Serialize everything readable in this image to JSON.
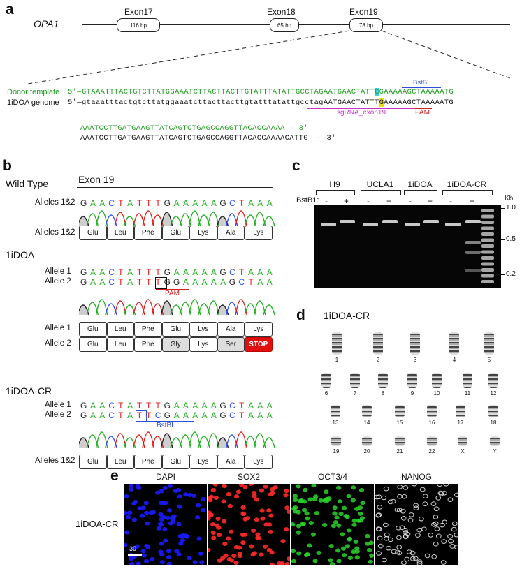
{
  "panel_a": {
    "label": "a",
    "gene": "OPA1",
    "exons": [
      {
        "name": "Exon17",
        "size": "116 bp"
      },
      {
        "name": "Exon18",
        "size": "65 bp"
      },
      {
        "name": "Exon19",
        "size": "78 bp"
      }
    ],
    "donor_label": "Donor template",
    "genome_label": "1iDOA genome",
    "donor_prefix": "5'—",
    "genome_prefix": "5'—",
    "donor_seq_1": "GTAAATTTACTGTCTTATGGAAATCTTACTTACTTGTATTTATATTGCCTAGAATGAACTATT",
    "donor_seq_hl": "C",
    "donor_seq_2": "GAAAAAGCTAAAAATG",
    "genome_seq_1": "gtaaatttactgtcttatggaaatcttacttacttgtatttat",
    "genome_seq_2": "attgcctag",
    "genome_seq_3": "AATGAACTATTT",
    "genome_seq_hl": "G",
    "genome_seq_4": "AAAAAGCTAAAAATG",
    "donor_seq_line2": "AAATCCTTGATGAAGTTATCAGTCTGAGCCAGGTTACACCAAAA",
    "donor_suffix": "— 3'",
    "genome_seq_line2": "AAATCCTTGATGAAGTTATCAGTCTGAGCCAGGTTACACCAAAACATTG",
    "genome_suffix": "— 3'",
    "bstbi_label": "BstBI",
    "sgrna_label": "sgRNA_exon19",
    "pam_label": "PAM"
  },
  "panel_b": {
    "label": "b",
    "wt_title": "Wild Type",
    "exon_title": "Exon 19",
    "wt_allele_label": "Alleles 1&2",
    "wt_seq": [
      "G",
      "A",
      "A",
      "C",
      "T",
      "A",
      "T",
      "T",
      "T",
      "G",
      "A",
      "A",
      "A",
      "A",
      "A",
      "G",
      "C",
      "T",
      "A",
      "A",
      "A"
    ],
    "wt_aa_label": "Alleles 1&2",
    "wt_aa": [
      "Glu",
      "Leu",
      "Phe",
      "Glu",
      "Lys",
      "Ala",
      "Lys"
    ],
    "idoa_title": "1iDOA",
    "idoa_allele1_label": "Allele 1",
    "idoa_allele2_label": "Allele 2",
    "idoa_seq1": [
      "G",
      "A",
      "A",
      "C",
      "T",
      "A",
      "T",
      "T",
      "T",
      "G",
      "A",
      "A",
      "A",
      "A",
      "A",
      "G",
      "C",
      "T",
      "A",
      "A",
      "A"
    ],
    "idoa_seq2": [
      "G",
      "A",
      "A",
      "C",
      "T",
      "A",
      "T",
      "T",
      "T",
      "G",
      "G",
      "A",
      "A",
      "A",
      "A",
      "A",
      "G",
      "C",
      "T",
      "A",
      "A"
    ],
    "idoa_pam": "PAM",
    "idoa_aa1_label": "Allele 1",
    "idoa_aa2_label": "Allele 2",
    "idoa_aa1": [
      "Glu",
      "Leu",
      "Phe",
      "Glu",
      "Lys",
      "Ala",
      "Lys"
    ],
    "idoa_aa2": [
      "Glu",
      "Leu",
      "Phe",
      "Gly",
      "Lys",
      "Ser",
      "STOP"
    ],
    "cr_title": "1iDOA-CR",
    "cr_allele1_label": "Allele 1",
    "cr_allele2_label": "Allele 2",
    "cr_seq1": [
      "G",
      "A",
      "A",
      "C",
      "T",
      "A",
      "T",
      "T",
      "T",
      "G",
      "A",
      "A",
      "A",
      "A",
      "A",
      "G",
      "C",
      "T",
      "A",
      "A",
      "A"
    ],
    "cr_seq2": [
      "G",
      "A",
      "A",
      "C",
      "T",
      "A",
      "T",
      "T",
      "C",
      "G",
      "A",
      "A",
      "A",
      "A",
      "A",
      "G",
      "C",
      "T",
      "A",
      "A",
      "A"
    ],
    "cr_bstbi": "BstBI",
    "cr_aa_label": "Alleles 1&2",
    "cr_aa": [
      "Glu",
      "Leu",
      "Phe",
      "Glu",
      "Lys",
      "Ala",
      "Lys"
    ]
  },
  "panel_c": {
    "label": "c",
    "groups": [
      "H9",
      "UCLA1",
      "1iDOA",
      "1iDOA-CR"
    ],
    "enzyme_label": "BstB1:",
    "lane_signs": [
      "-",
      "+",
      "-",
      "+",
      "-",
      "+",
      "-",
      "+"
    ],
    "kb_label": "Kb",
    "markers": [
      "1.0",
      "0.5",
      "0.2"
    ]
  },
  "panel_d": {
    "label": "d",
    "title": "1iDOA-CR",
    "chromosomes": [
      "1",
      "2",
      "3",
      "4",
      "5",
      "6",
      "7",
      "8",
      "9",
      "10",
      "11",
      "12",
      "13",
      "14",
      "15",
      "16",
      "17",
      "18",
      "19",
      "20",
      "21",
      "22",
      "X",
      "Y"
    ]
  },
  "panel_e": {
    "label": "e",
    "row_label": "1iDOA-CR",
    "stains": [
      "DAPI",
      "SOX2",
      "OCT3/4",
      "NANOG"
    ],
    "scale_label": "30",
    "colors": {
      "DAPI": "#1a1aff",
      "SOX2": "#ff2a2a",
      "OCT3/4": "#2ad42a",
      "NANOG": "#e6e6e6"
    }
  },
  "colors": {
    "donor_green": "#1f9a1f",
    "bstbi_blue": "#2a4fd6",
    "sgrna_magenta": "#cc33cc",
    "pam_red": "#d42020",
    "hl_cyan": "#37d6d6",
    "hl_yellow": "#f0e000"
  }
}
